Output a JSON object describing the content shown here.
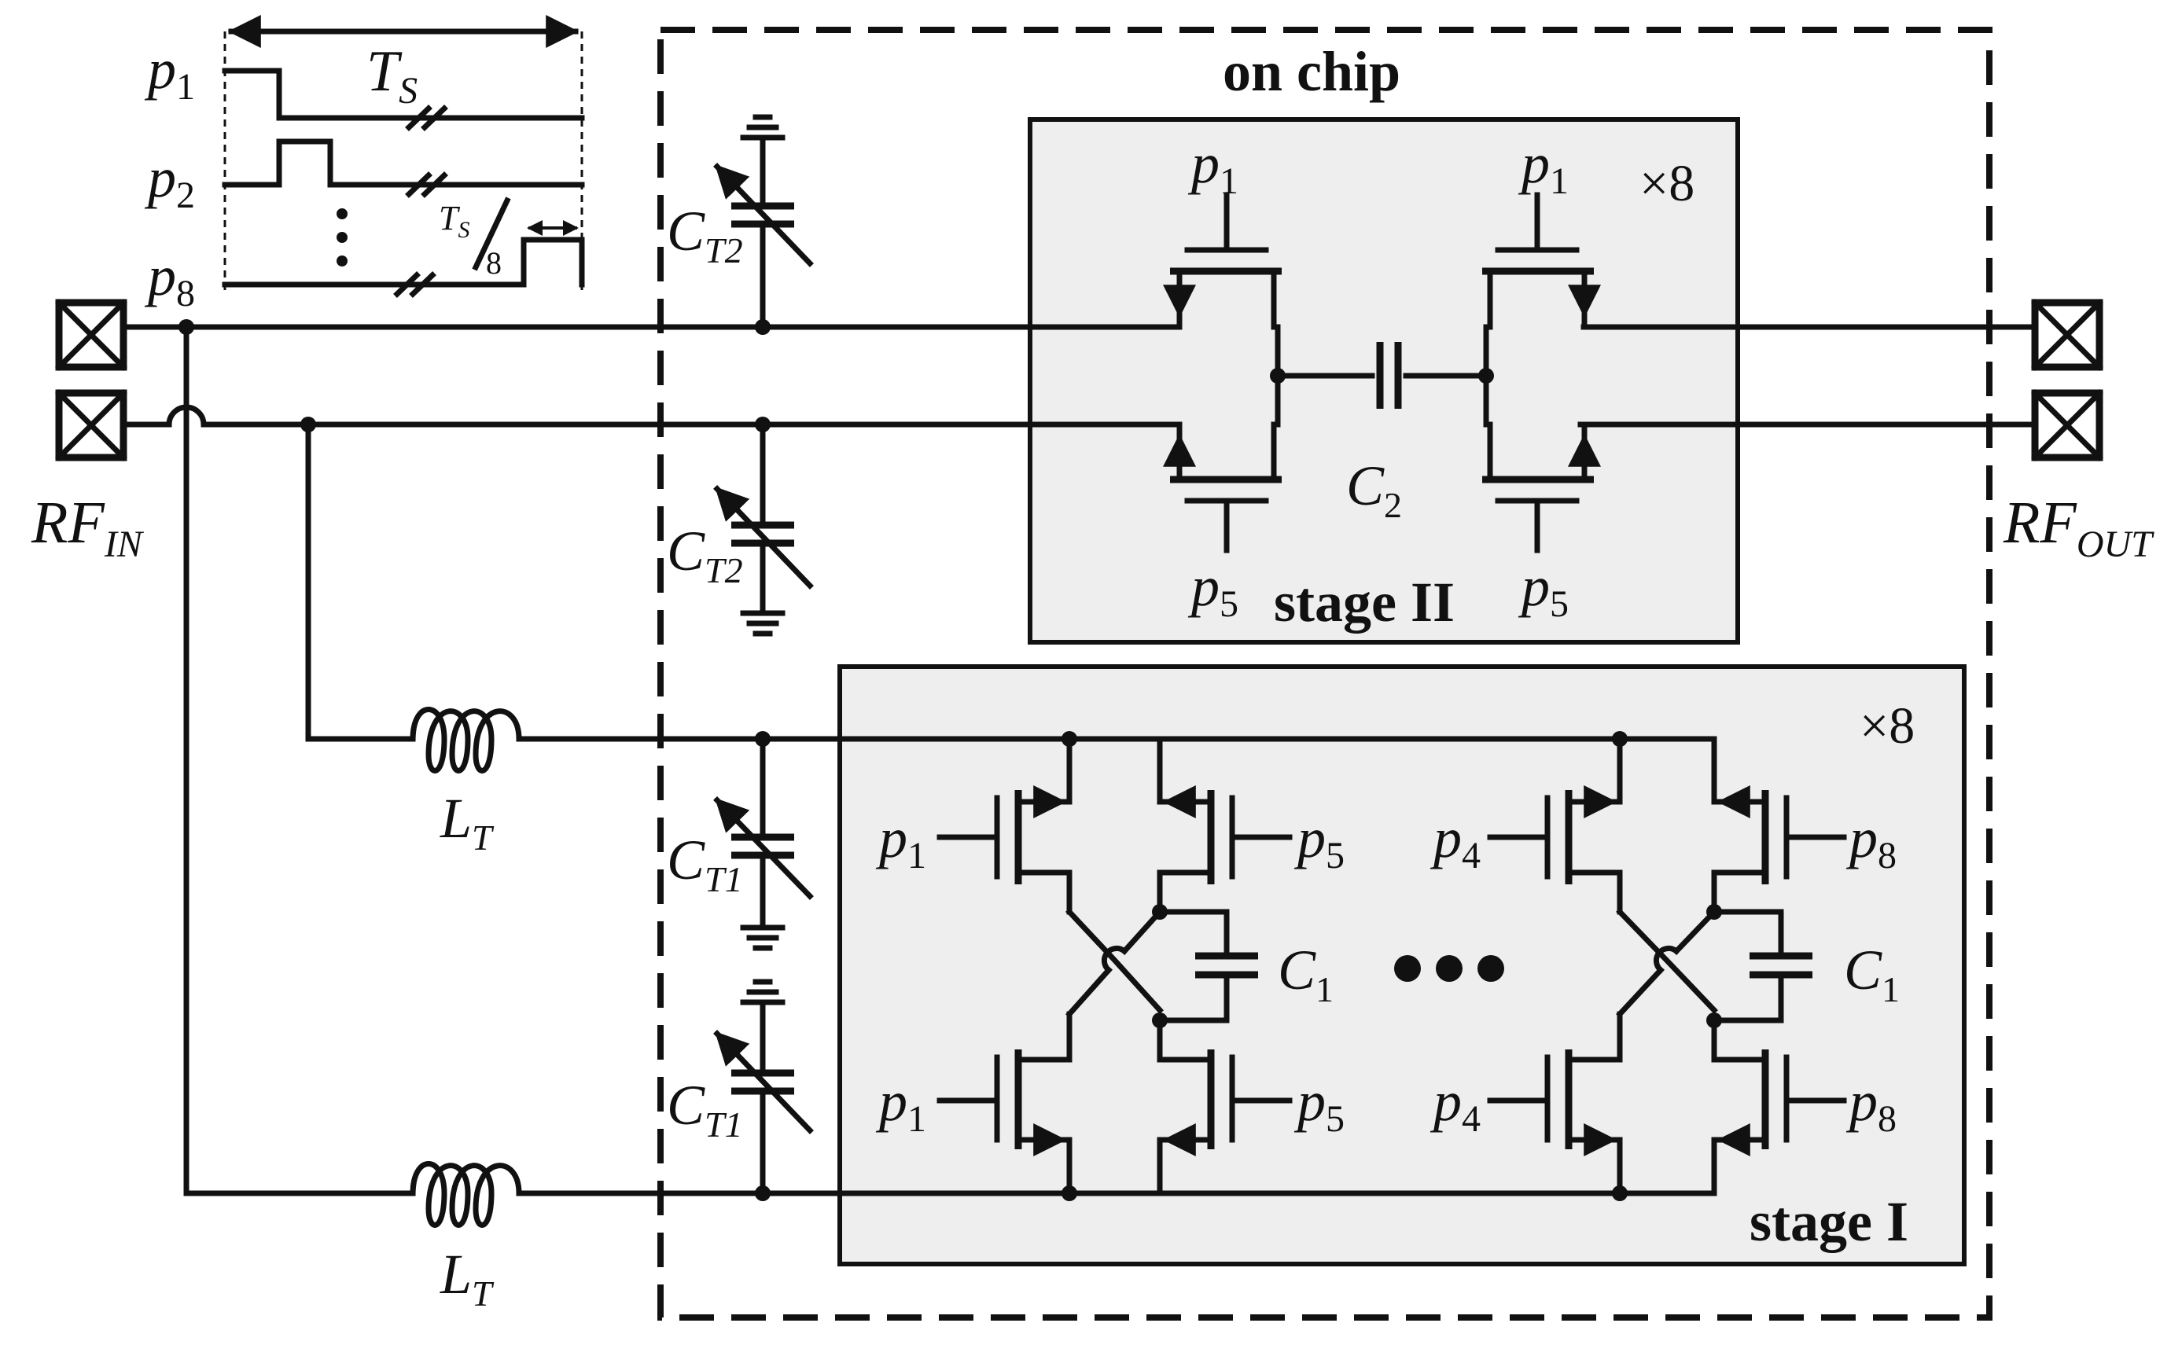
{
  "labels": {
    "rf_in": "RF",
    "rf_in_sub": "IN",
    "rf_out": "RF",
    "rf_out_sub": "OUT",
    "on_chip": "on chip",
    "stage1": "stage I",
    "stage2": "stage II",
    "mult": "×8",
    "ts": "T",
    "ts_sub": "S",
    "ts8_num": "T",
    "ts8_sub": "S",
    "ts8_den": "8",
    "p": "p",
    "s1": "1",
    "s2": "2",
    "s4": "4",
    "s5": "5",
    "s8": "8",
    "ct1": "C",
    "ct1_sub": "T1",
    "ct2": "C",
    "ct2_sub": "T2",
    "c1": "C",
    "c1_sub": "1",
    "c2": "C",
    "c2_sub": "2",
    "lt": "L",
    "lt_sub": "T"
  }
}
